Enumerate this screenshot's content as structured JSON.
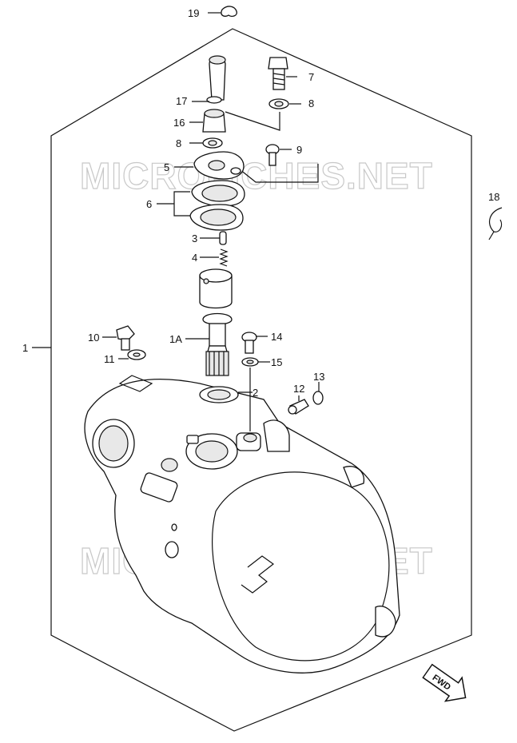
{
  "watermark": "MICROFICHES.NET",
  "fwd_label": "FWD",
  "labels": {
    "p19": "19",
    "p7": "7",
    "p17": "17",
    "p8a": "8",
    "p16": "16",
    "p8b": "8",
    "p9": "9",
    "p5": "5",
    "p6": "6",
    "p18": "18",
    "p3": "3",
    "p4": "4",
    "p1": "1",
    "p10": "10",
    "p1a": "1A",
    "p14": "14",
    "p11": "11",
    "p15": "15",
    "p13": "13",
    "p12": "12",
    "p2": "2"
  }
}
